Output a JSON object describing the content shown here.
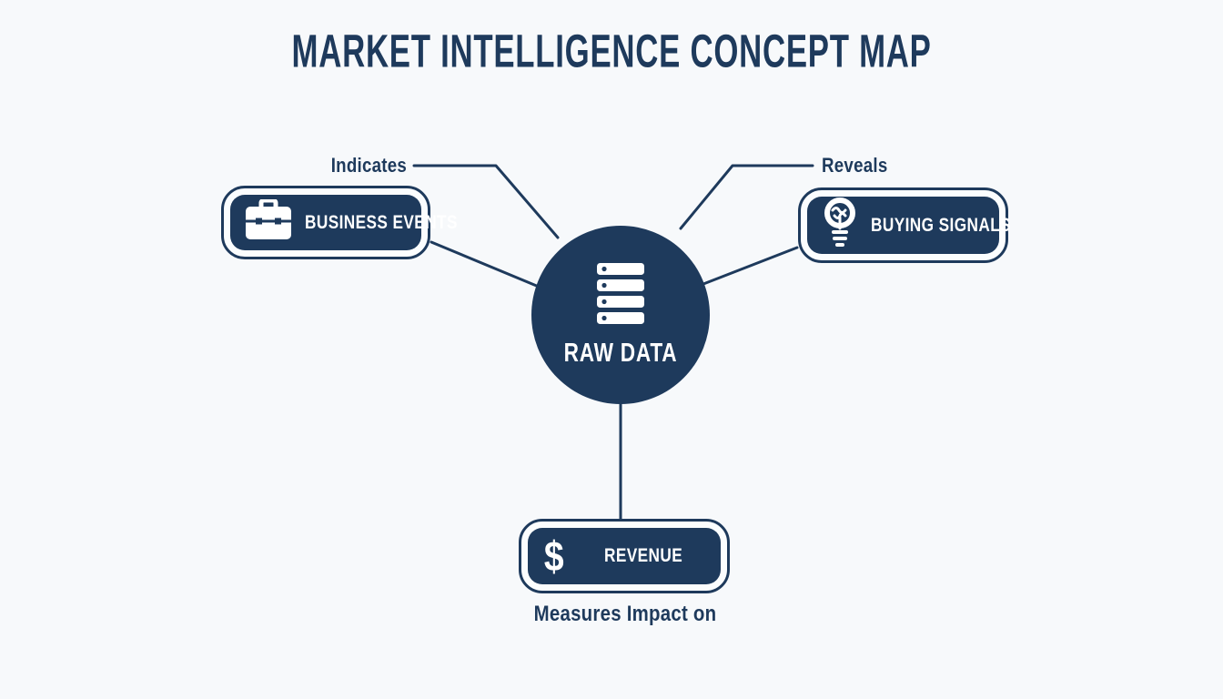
{
  "title": "MARKET INTELLIGENCE CONCEPT MAP",
  "colors": {
    "navy": "#1e3a5c",
    "background": "#f7f9fb",
    "node_text": "#ffffff"
  },
  "center_node": {
    "label": "RAW DATA",
    "icon": "server-stack-icon"
  },
  "nodes": [
    {
      "id": "business-events",
      "label": "BUSINESS EVENTS",
      "icon": "briefcase-icon",
      "edge_label": "Indicates"
    },
    {
      "id": "buying-signals",
      "label": "BUYING SIGNALS",
      "icon": "lightbulb-icon",
      "edge_label": "Reveals"
    },
    {
      "id": "revenue",
      "label": "REVENUE",
      "icon": "dollar-sign-icon",
      "edge_label": "Measures Impact on"
    }
  ]
}
